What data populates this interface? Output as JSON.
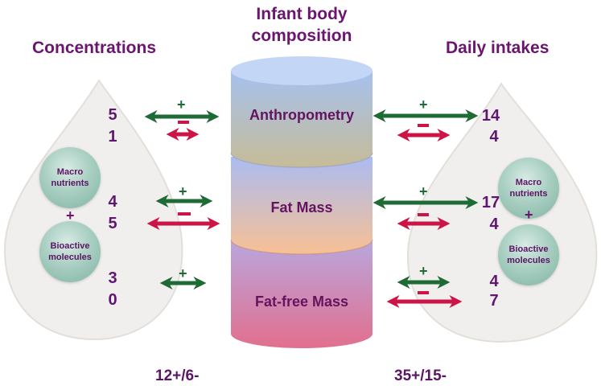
{
  "header": {
    "left_title": "Concentrations",
    "center_title_line1": "Infant body",
    "center_title_line2": "composition",
    "right_title": "Daily intakes"
  },
  "cylinder": {
    "layers": [
      {
        "label": "Anthropometry",
        "color_top": "#a7c2ef",
        "color_bottom": "#c7bd98"
      },
      {
        "label": "Fat Mass",
        "color_top": "#adbdf0",
        "color_bottom": "#f7c095"
      },
      {
        "label": "Fat-free Mass",
        "color_top": "#b9a6dc",
        "color_bottom": "#e2728f"
      }
    ]
  },
  "left_drop": {
    "spheres": [
      {
        "line1": "Macro",
        "line2": "nutrients"
      },
      {
        "line1": "Bioactive",
        "line2": "molecules"
      }
    ],
    "plus": "+",
    "rows": [
      {
        "layer": "Anthropometry",
        "positive": "5",
        "negative": "1"
      },
      {
        "layer": "Fat Mass",
        "positive": "4",
        "negative": "5"
      },
      {
        "layer": "Fat-free Mass",
        "positive": "3",
        "negative": "0"
      }
    ],
    "total": "12+/6-"
  },
  "right_drop": {
    "spheres": [
      {
        "line1": "Macro",
        "line2": "nutrients"
      },
      {
        "line1": "Bioactive",
        "line2": "molecules"
      }
    ],
    "plus": "+",
    "rows": [
      {
        "layer": "Anthropometry",
        "positive": "14",
        "negative": "4"
      },
      {
        "layer": "Fat Mass",
        "positive": "17",
        "negative": "4"
      },
      {
        "layer": "Fat-free Mass",
        "positive": "4",
        "negative": "7"
      }
    ],
    "total": "35+/15-"
  },
  "arrows": {
    "positive_symbol": "+",
    "negative_symbol": "−",
    "positive_color": "#1f6b35",
    "negative_color": "#cc1447"
  },
  "colors": {
    "title": "#6b1470",
    "drop_fill": "#f1efed",
    "drop_stroke": "#e2dfdb"
  }
}
